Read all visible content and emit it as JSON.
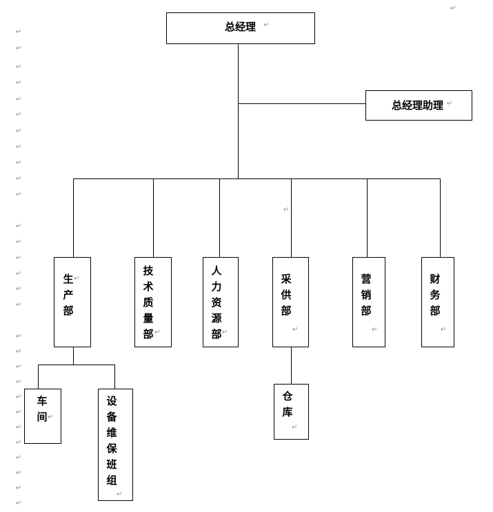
{
  "chart": {
    "top": "总经理",
    "assistant": "总经理助理",
    "departments": {
      "production": "生产部",
      "tech_quality": "技术质量部",
      "hr": "人力资源部",
      "purchase": "采供部",
      "marketing": "营销部",
      "finance": "财务部"
    },
    "sub_units": {
      "workshop": "车间",
      "maintenance": "设备维保班组",
      "warehouse": "仓库"
    }
  },
  "paragraph_mark": "↵"
}
